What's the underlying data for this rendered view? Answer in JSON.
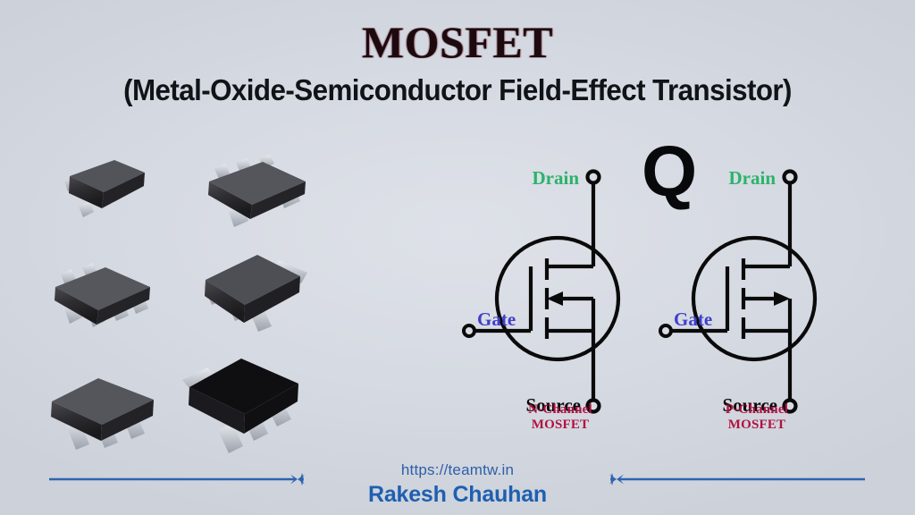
{
  "header": {
    "title": "MOSFET",
    "subtitle": "(Metal-Oxide-Semiconductor Field-Effect Transistor)"
  },
  "decor": {
    "q_letter": "Q",
    "line_color": "#2f63ad"
  },
  "colors": {
    "background": "#d7dbe3",
    "title": "#1c0a0f",
    "drain_label": "#2bb36b",
    "gate_label": "#4040cc",
    "source_label": "#0a0a0a",
    "caption": "#b11141",
    "footer_url": "#2f5fa8",
    "footer_name": "#1f5fb0",
    "package_body": "#2b2b2e",
    "package_lead": "#c9cdd4"
  },
  "symbols": [
    {
      "id": "n-channel",
      "drain_label": "Drain",
      "gate_label": "Gate",
      "source_label": "Source",
      "caption_line1": "N-Channel",
      "caption_line2": "MOSFET",
      "arrow_direction": "left"
    },
    {
      "id": "p-channel",
      "drain_label": "Drain",
      "gate_label": "Gate",
      "source_label": "Source",
      "caption_line1": "P-Channel",
      "caption_line2": "MOSFET",
      "arrow_direction": "right"
    }
  ],
  "packages": [
    {
      "id": "sot23-small",
      "row": 0,
      "col": 0
    },
    {
      "id": "sot353-wide",
      "row": 0,
      "col": 1
    },
    {
      "id": "sot363-sixlead",
      "row": 1,
      "col": 0
    },
    {
      "id": "dpak-tab",
      "row": 1,
      "col": 1
    },
    {
      "id": "sot223-flat",
      "row": 2,
      "col": 0
    },
    {
      "id": "d2pak-large",
      "row": 2,
      "col": 1
    }
  ],
  "footer": {
    "url": "https://teamtw.in",
    "author": "Rakesh Chauhan"
  }
}
